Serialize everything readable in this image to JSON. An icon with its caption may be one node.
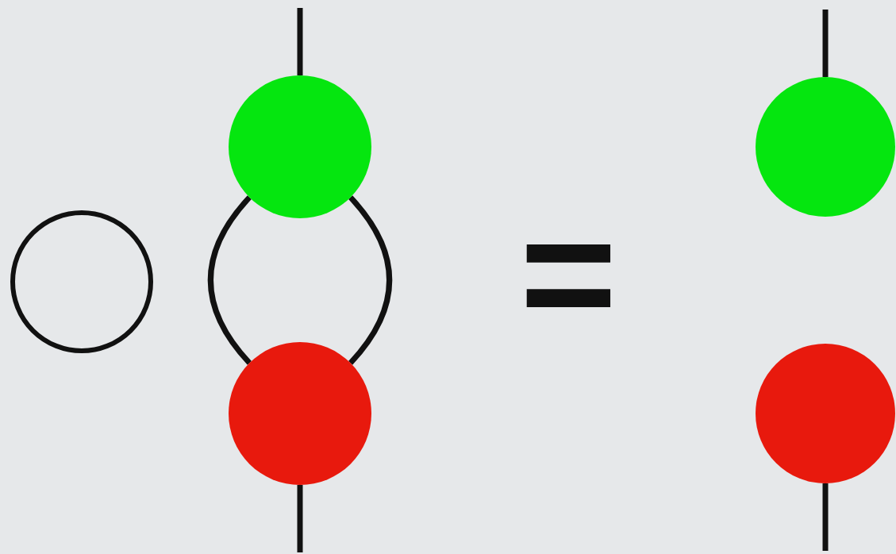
{
  "diagram": {
    "nodes": [
      {
        "text": [],
        "shape": "circle"
      },
      {
        "text": [],
        "shape": "circle"
      },
      {
        "text": [],
        "shape": "circle"
      },
      {
        "text": [],
        "shape": "circle"
      },
      {
        "text": [],
        "shape": "circle"
      }
    ],
    "edges": [
      {
        "from": null,
        "to": 1,
        "arrow": "none"
      },
      {
        "from": 1,
        "to": 2,
        "arrow": "none"
      },
      {
        "from": 1,
        "to": 2,
        "arrow": "none"
      },
      {
        "from": 2,
        "to": null,
        "arrow": "none"
      },
      {
        "from": null,
        "to": 3,
        "arrow": "none"
      },
      {
        "from": 4,
        "to": null,
        "arrow": "none"
      }
    ],
    "labels": [
      "="
    ]
  }
}
